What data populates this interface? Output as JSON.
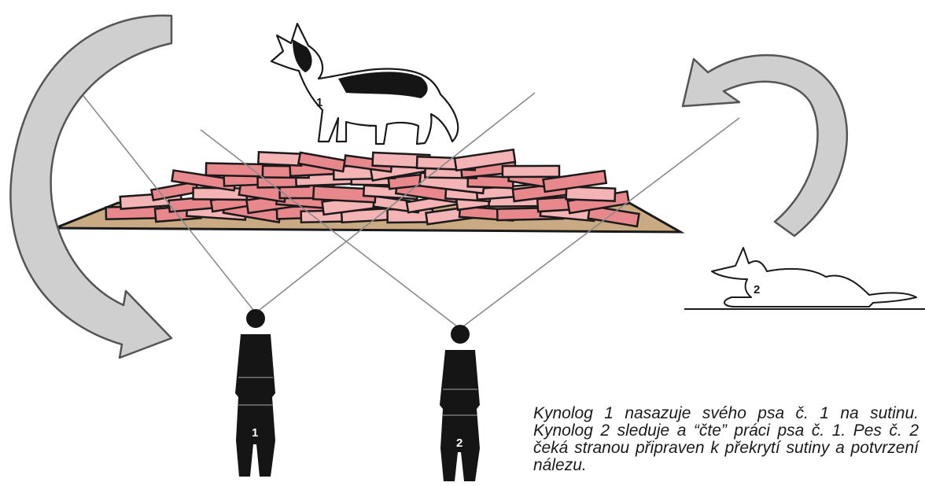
{
  "caption": "Kynolog 1 nasazuje svého psa č. 1 na sutinu. Kynolog 2 sleduje a “čte” práci psa č. 1. Pes č. 2 čeká stranou připraven k překrytí sutiny a potvrzení nálezu.",
  "labels": {
    "dog_1": "1",
    "dog_2": "2",
    "handler_1": "1",
    "handler_2": "2"
  },
  "colors": {
    "brick_fill": "#e8888c",
    "brick_light": "#f4b3b5",
    "brick_outline": "#1a1a1a",
    "ground": "#c9aa82",
    "arrow_fill": "#cfcfcf",
    "arrow_outline": "#555555",
    "sight_line": "#8a8a8a",
    "figure": "#151515"
  }
}
